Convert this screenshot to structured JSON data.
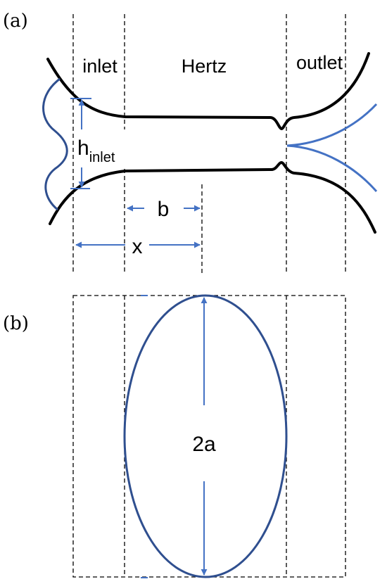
{
  "panel_a": {
    "tag": "(a)",
    "zones": {
      "inlet": "inlet",
      "hertz": "Hertz",
      "outlet": "outlet"
    },
    "h_label": "h",
    "h_subscript": "inlet",
    "b_label": "b",
    "x_label": "x"
  },
  "panel_b": {
    "tag": "(b)",
    "axis_label": "2a"
  },
  "colors": {
    "surface": "#000000",
    "guide": "#000000",
    "profile": "#2f4f8f",
    "dimension": "#4472c4"
  }
}
